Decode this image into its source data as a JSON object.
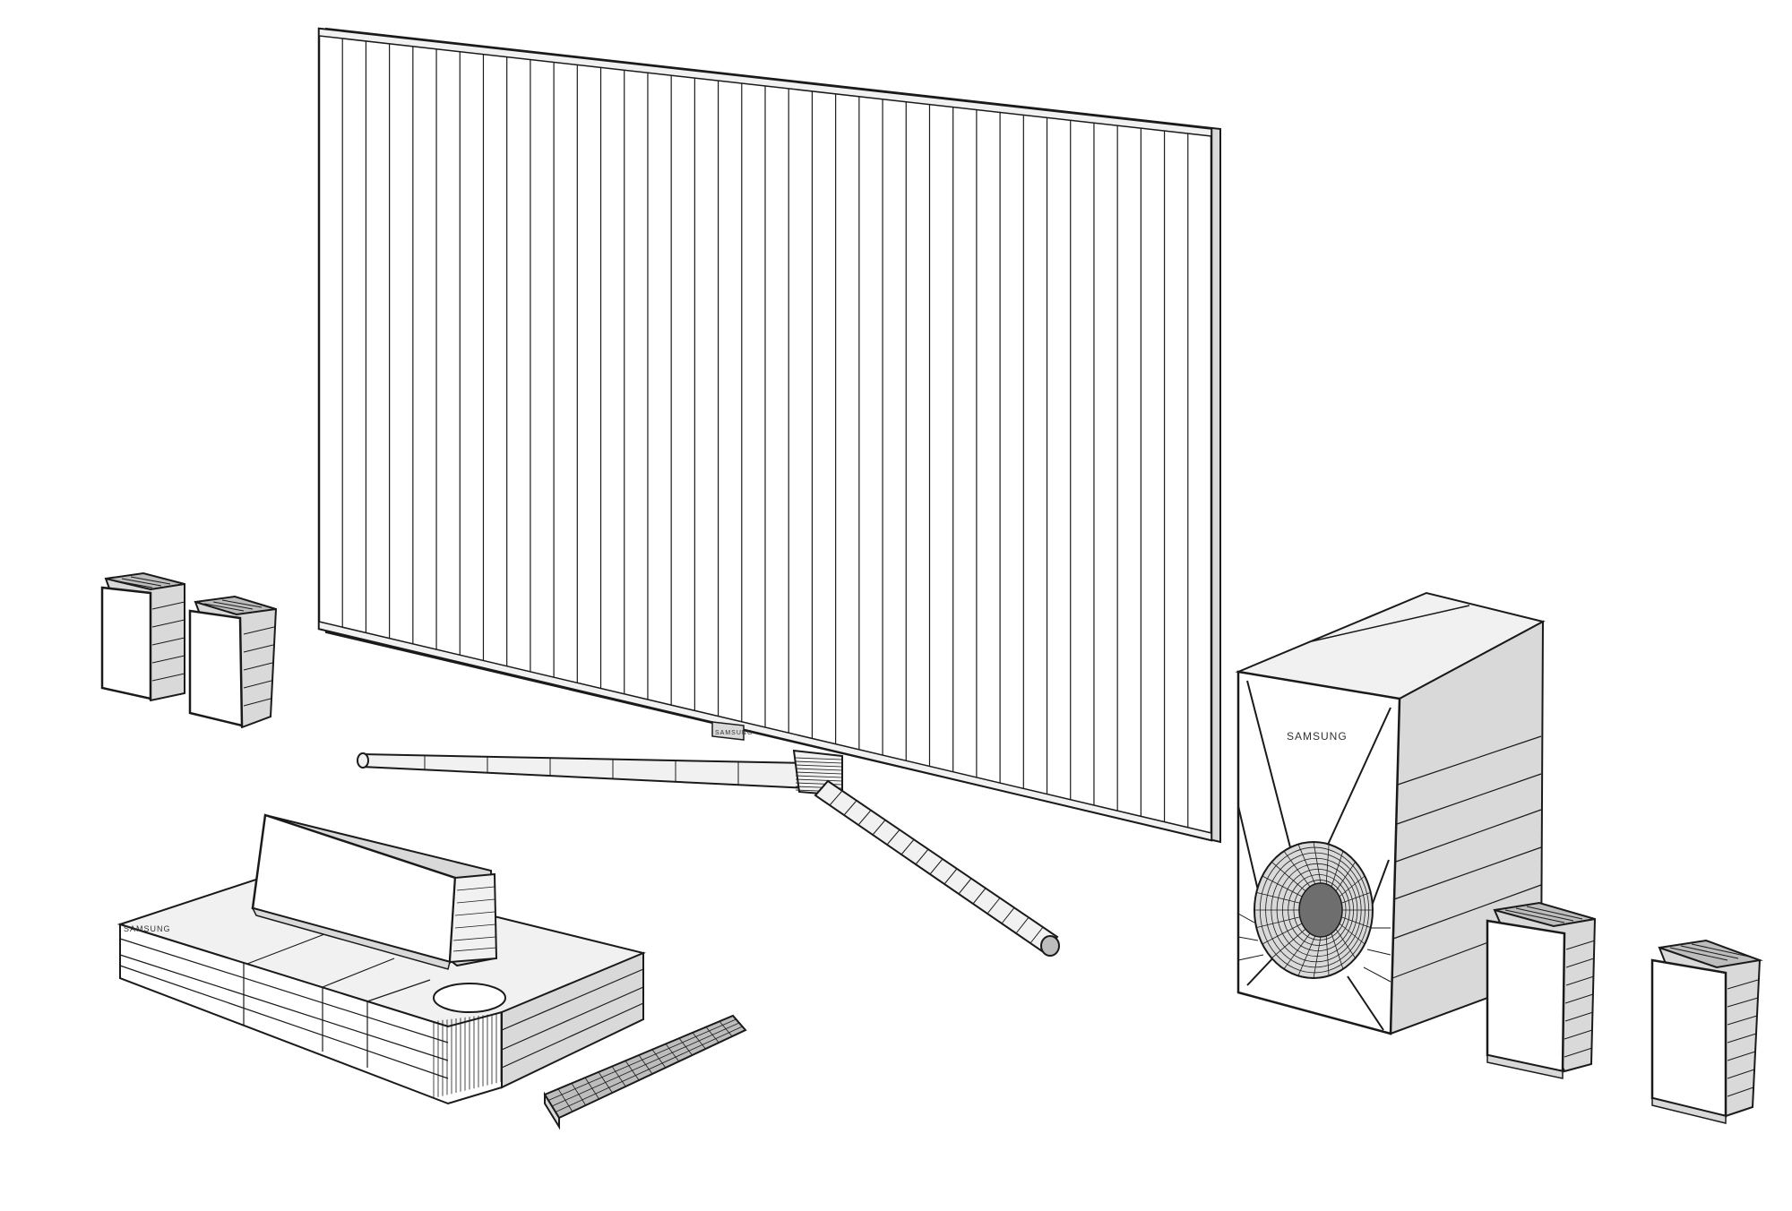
{
  "scene": {
    "background_color": "#ffffff",
    "line_color": "#1a1a1a",
    "surface_color": "#f1f1f1",
    "render_style": "wireframe-over-white"
  },
  "tv": {
    "brand_label": "SAMSUNG"
  },
  "receiver": {
    "brand_label": "SAMSUNG"
  },
  "subwoofer": {
    "brand_label": "SAMSUNG"
  },
  "objects": [
    {
      "name": "tv",
      "icon": "tv-icon"
    },
    {
      "name": "tv-stand",
      "icon": "stand-icon"
    },
    {
      "name": "speaker-left-1",
      "icon": "speaker-icon"
    },
    {
      "name": "speaker-left-2",
      "icon": "speaker-icon"
    },
    {
      "name": "receiver",
      "icon": "receiver-icon"
    },
    {
      "name": "center-speaker",
      "icon": "speaker-icon"
    },
    {
      "name": "remote",
      "icon": "remote-icon"
    },
    {
      "name": "subwoofer",
      "icon": "subwoofer-icon"
    },
    {
      "name": "speaker-right-1",
      "icon": "speaker-icon"
    },
    {
      "name": "speaker-right-2",
      "icon": "speaker-icon"
    }
  ]
}
